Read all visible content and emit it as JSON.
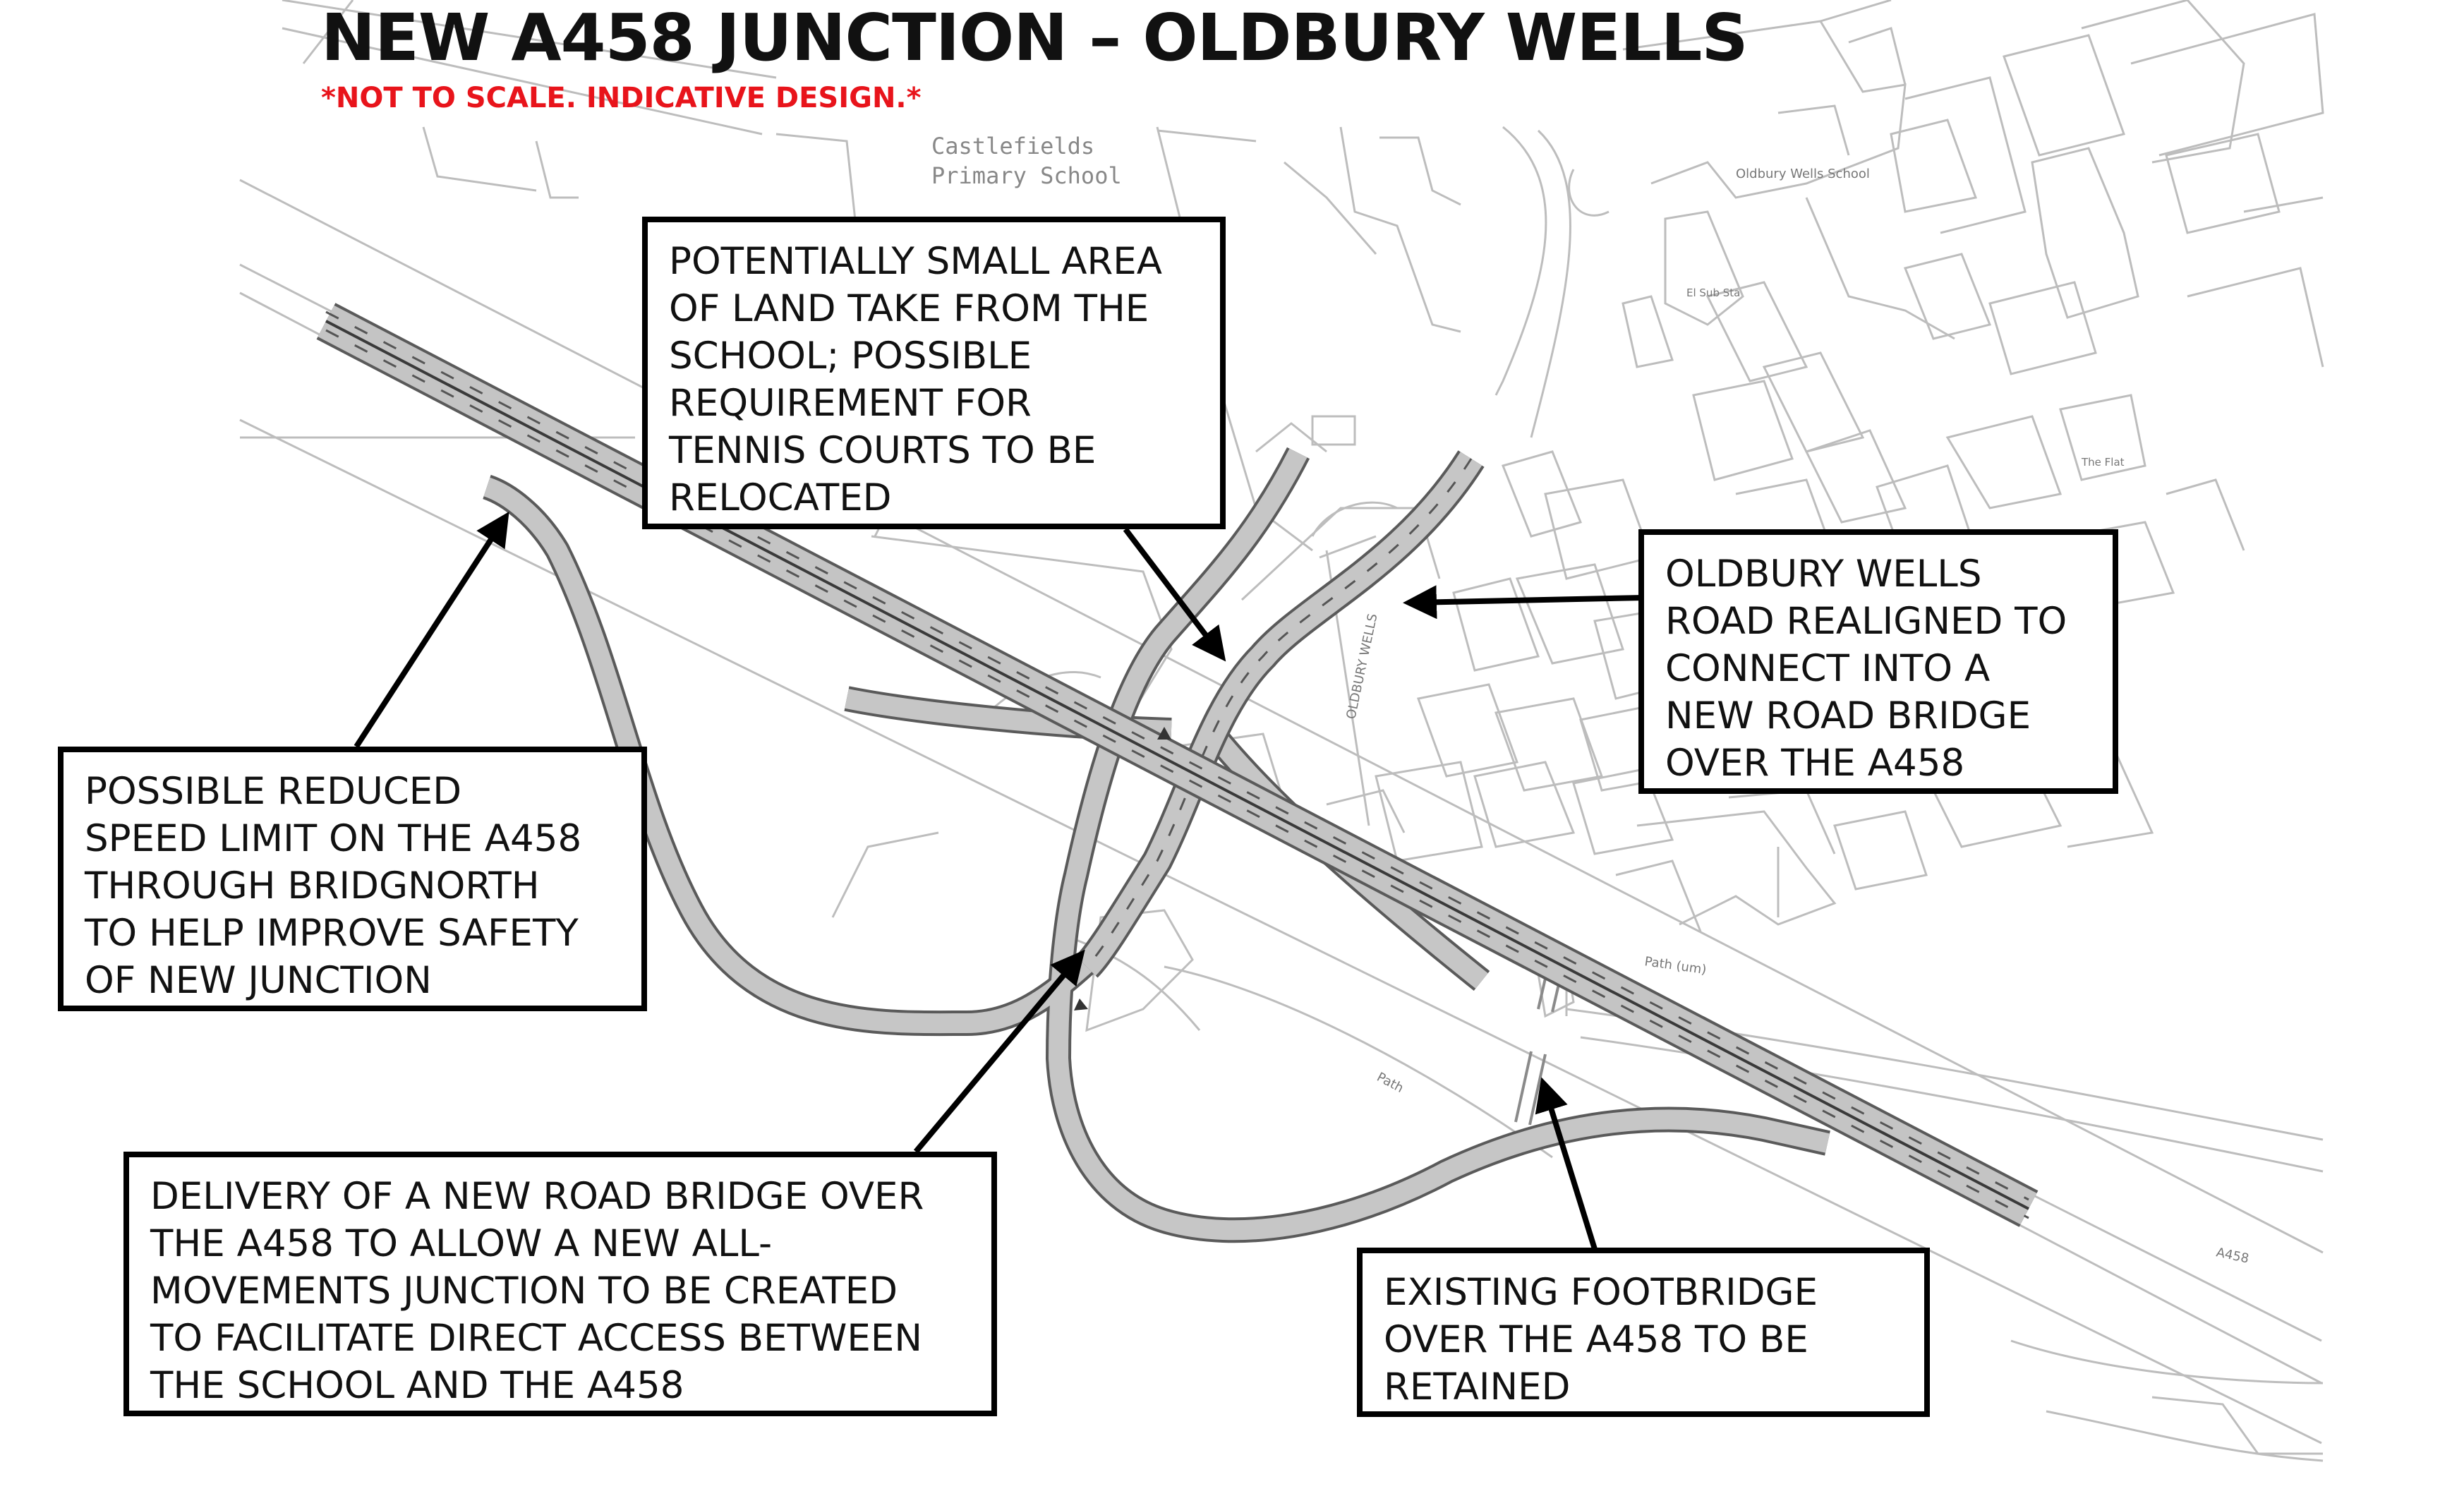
{
  "header": {
    "title": "NEW A458 JUNCTION – OLDBURY WELLS",
    "subtitle": "*NOT TO SCALE. INDICATIVE DESIGN.*"
  },
  "map_labels": {
    "school_line1": "Castlefields",
    "school_line2": "Primary School",
    "oldbury_school": "Oldbury Wells School",
    "sub_sta": "El Sub Sta",
    "the_flat": "The Flat",
    "path_um": "Path (um)",
    "path": "Path",
    "a458": "A458",
    "road_name": "OLDBURY WELLS"
  },
  "callouts": {
    "land_take": "POTENTIALLY SMALL AREA\nOF LAND TAKE FROM THE\nSCHOOL; POSSIBLE\nREQUIREMENT FOR\nTENNIS COURTS TO BE\nRELOCATED",
    "realigned": "OLDBURY WELLS\nROAD REALIGNED TO\nCONNECT INTO A\nNEW ROAD BRIDGE\nOVER THE A458",
    "speed_limit": "POSSIBLE REDUCED\nSPEED LIMIT ON THE A458\nTHROUGH BRIDGNORTH\nTO HELP IMPROVE SAFETY\nOF NEW JUNCTION",
    "new_bridge": "DELIVERY OF A NEW ROAD BRIDGE OVER\nTHE A458 TO ALLOW A NEW ALL-\nMOVEMENTS JUNCTION TO BE CREATED\nTO FACILITATE DIRECT ACCESS BETWEEN\nTHE SCHOOL AND THE A458",
    "footbridge": "EXISTING FOOTBRIDGE\nOVER THE A458 TO BE\nRETAINED"
  },
  "colors": {
    "road_fill": "#c6c6c6",
    "road_edge": "#5a5a5a",
    "map_line": "#bdbdbd",
    "title": "#111111",
    "subtitle": "#e8141b"
  }
}
